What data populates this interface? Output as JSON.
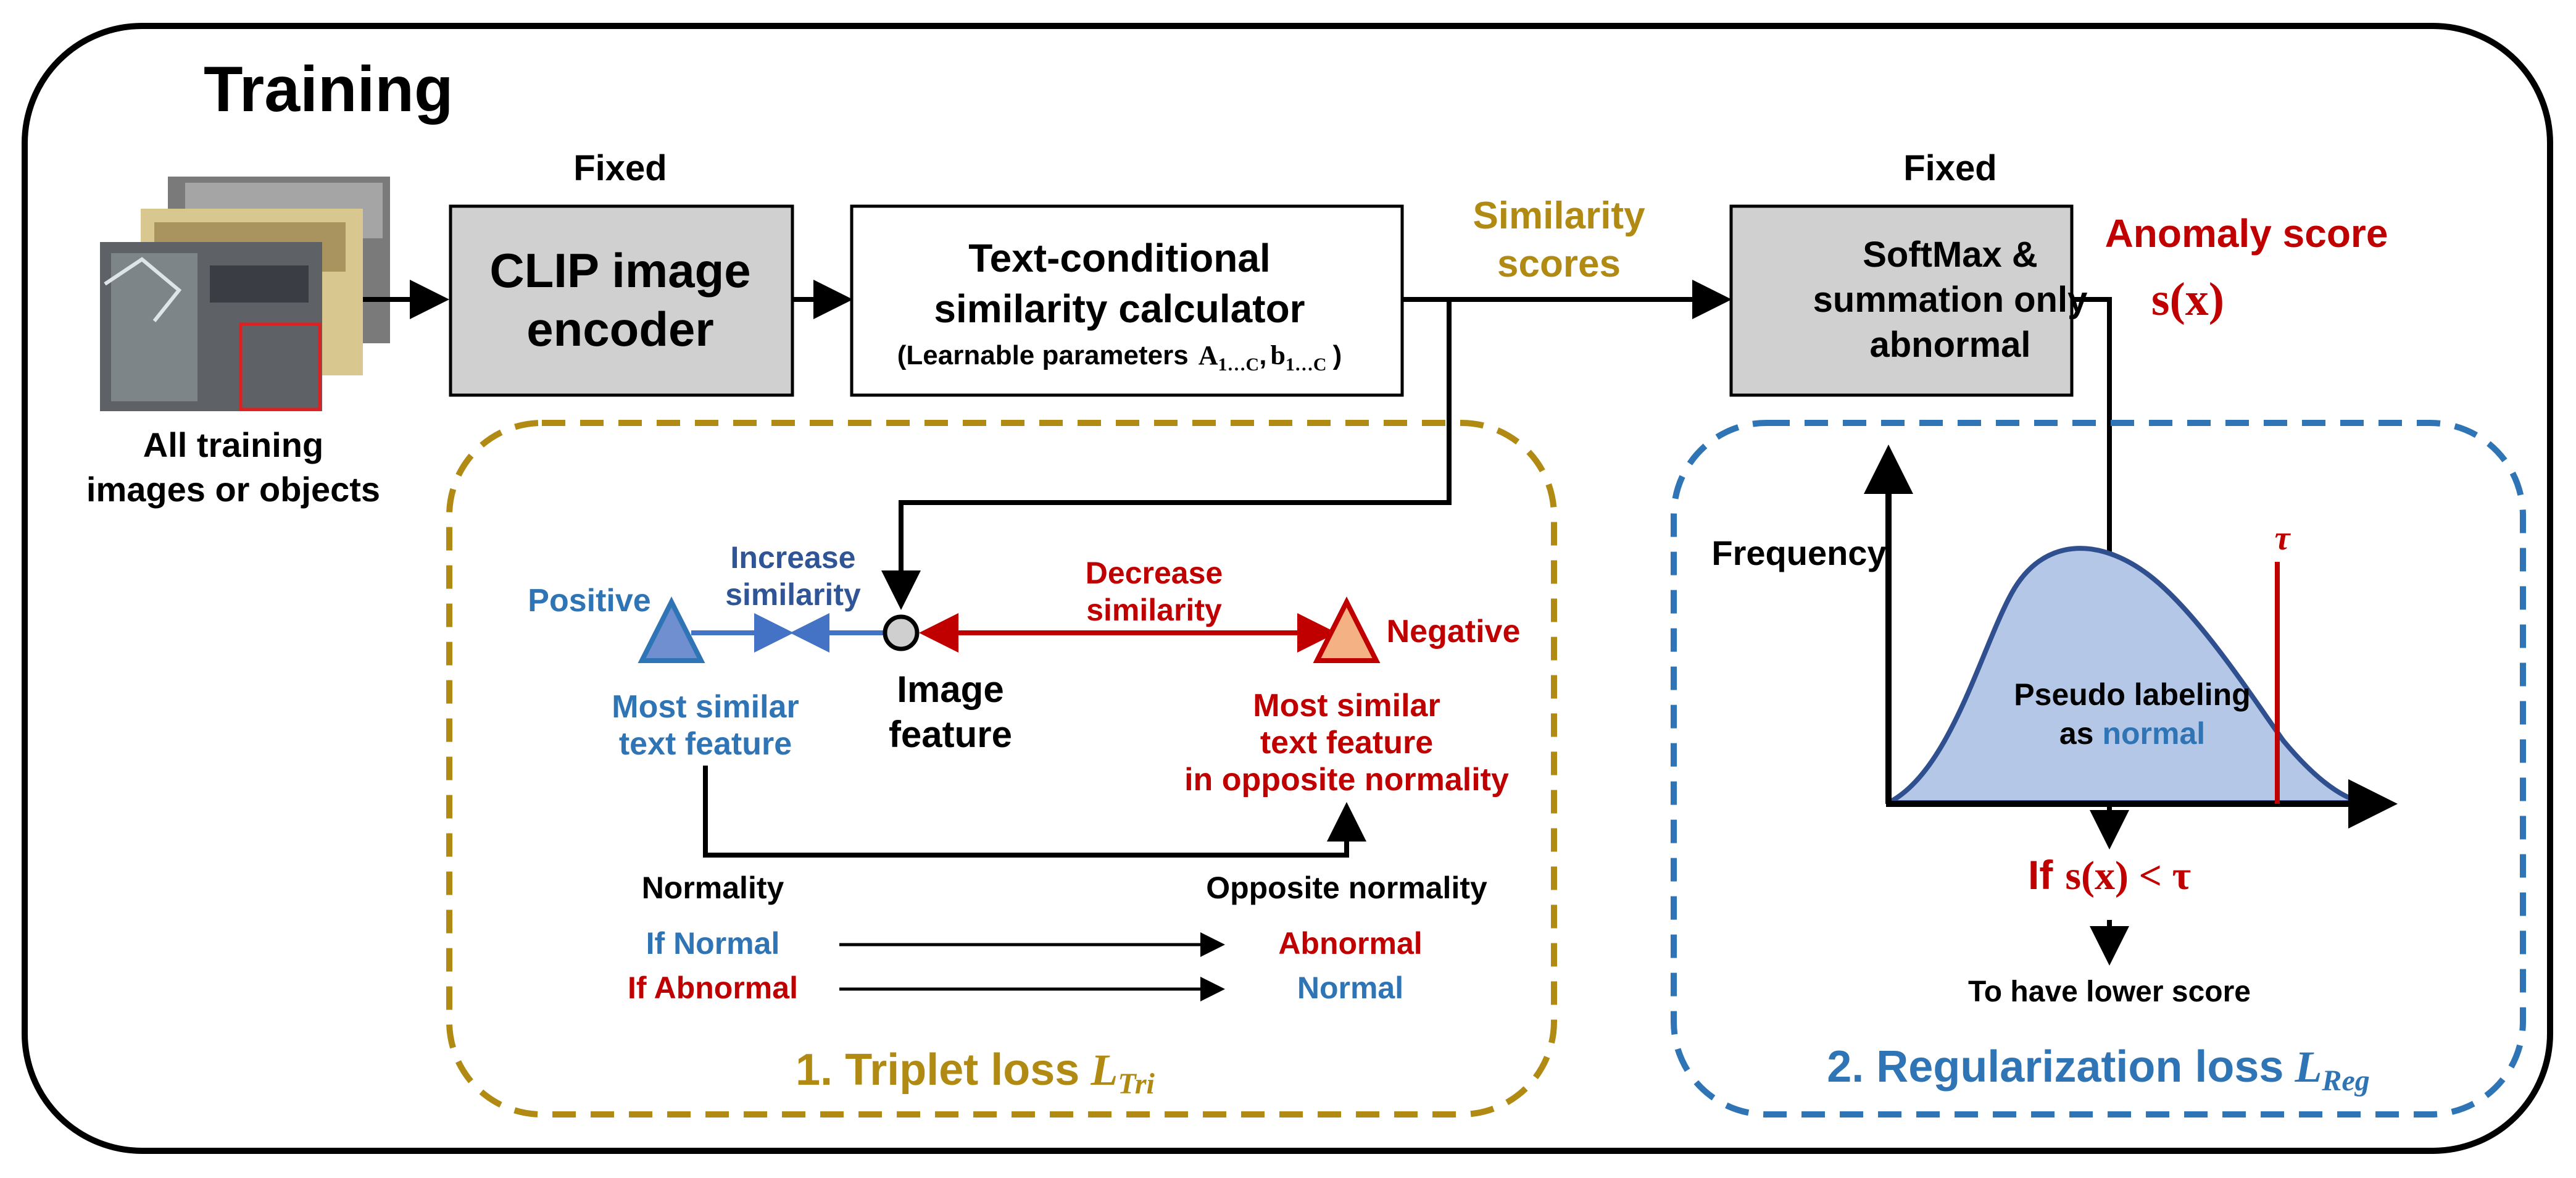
{
  "colors": {
    "black": "#000000",
    "gold": "#b08a12",
    "blue": "#2f75b5",
    "red": "#c00000",
    "box_gray": "#d0d0d0",
    "curve_fill": "#b4c7e7",
    "curve_stroke": "#2f4f8f",
    "pos_triangle": "#6f8fd0",
    "neg_triangle": "#f4b183"
  },
  "title": "Training",
  "input": {
    "label_line1": "All training",
    "label_line2": "images or objects"
  },
  "clip": {
    "badge": "Fixed",
    "line1": "CLIP image",
    "line2": "encoder"
  },
  "calculator": {
    "line1": "Text-conditional",
    "line2": "similarity calculator",
    "params_prefix": "(Learnable parameters",
    "param_a": "A",
    "param_a_sub": "1…C",
    "param_sep": ",",
    "param_b": "b",
    "param_b_sub": "1…C",
    "params_suffix": ")"
  },
  "similarity_scores": {
    "line1": "Similarity",
    "line2": "scores"
  },
  "softmax": {
    "badge": "Fixed",
    "line1": "SoftMax &",
    "line2": "summation only",
    "line3": "abnormal"
  },
  "anomaly_score": {
    "label": "Anomaly score",
    "symbol": "s(x)"
  },
  "triplet": {
    "positive": "Positive",
    "increase_line1": "Increase",
    "increase_line2": "similarity",
    "decrease_line1": "Decrease",
    "decrease_line2": "similarity",
    "negative": "Negative",
    "image_feature_line1": "Image",
    "image_feature_line2": "feature",
    "most_similar_line1": "Most similar",
    "most_similar_line2": "text feature",
    "opp_line1": "Most similar",
    "opp_line2": "text feature",
    "opp_line3": "in opposite normality",
    "normality_header": "Normality",
    "opposite_header": "Opposite normality",
    "rows": [
      {
        "from": "If Normal",
        "to": "Abnormal"
      },
      {
        "from": "If Abnormal",
        "to": "Normal"
      }
    ],
    "loss_title": "1. Triplet loss",
    "loss_symbol": "L",
    "loss_sub": "Tri"
  },
  "regularization": {
    "frequency": "Frequency",
    "tau": "τ",
    "pseudo_line1": "Pseudo labeling",
    "pseudo_as": "as",
    "pseudo_normal": "normal",
    "condition_if": "If",
    "condition_expr": "s(x) < τ",
    "lower_score": "To have lower score",
    "loss_title": "2. Regularization loss",
    "loss_symbol": "L",
    "loss_sub": "Reg"
  }
}
